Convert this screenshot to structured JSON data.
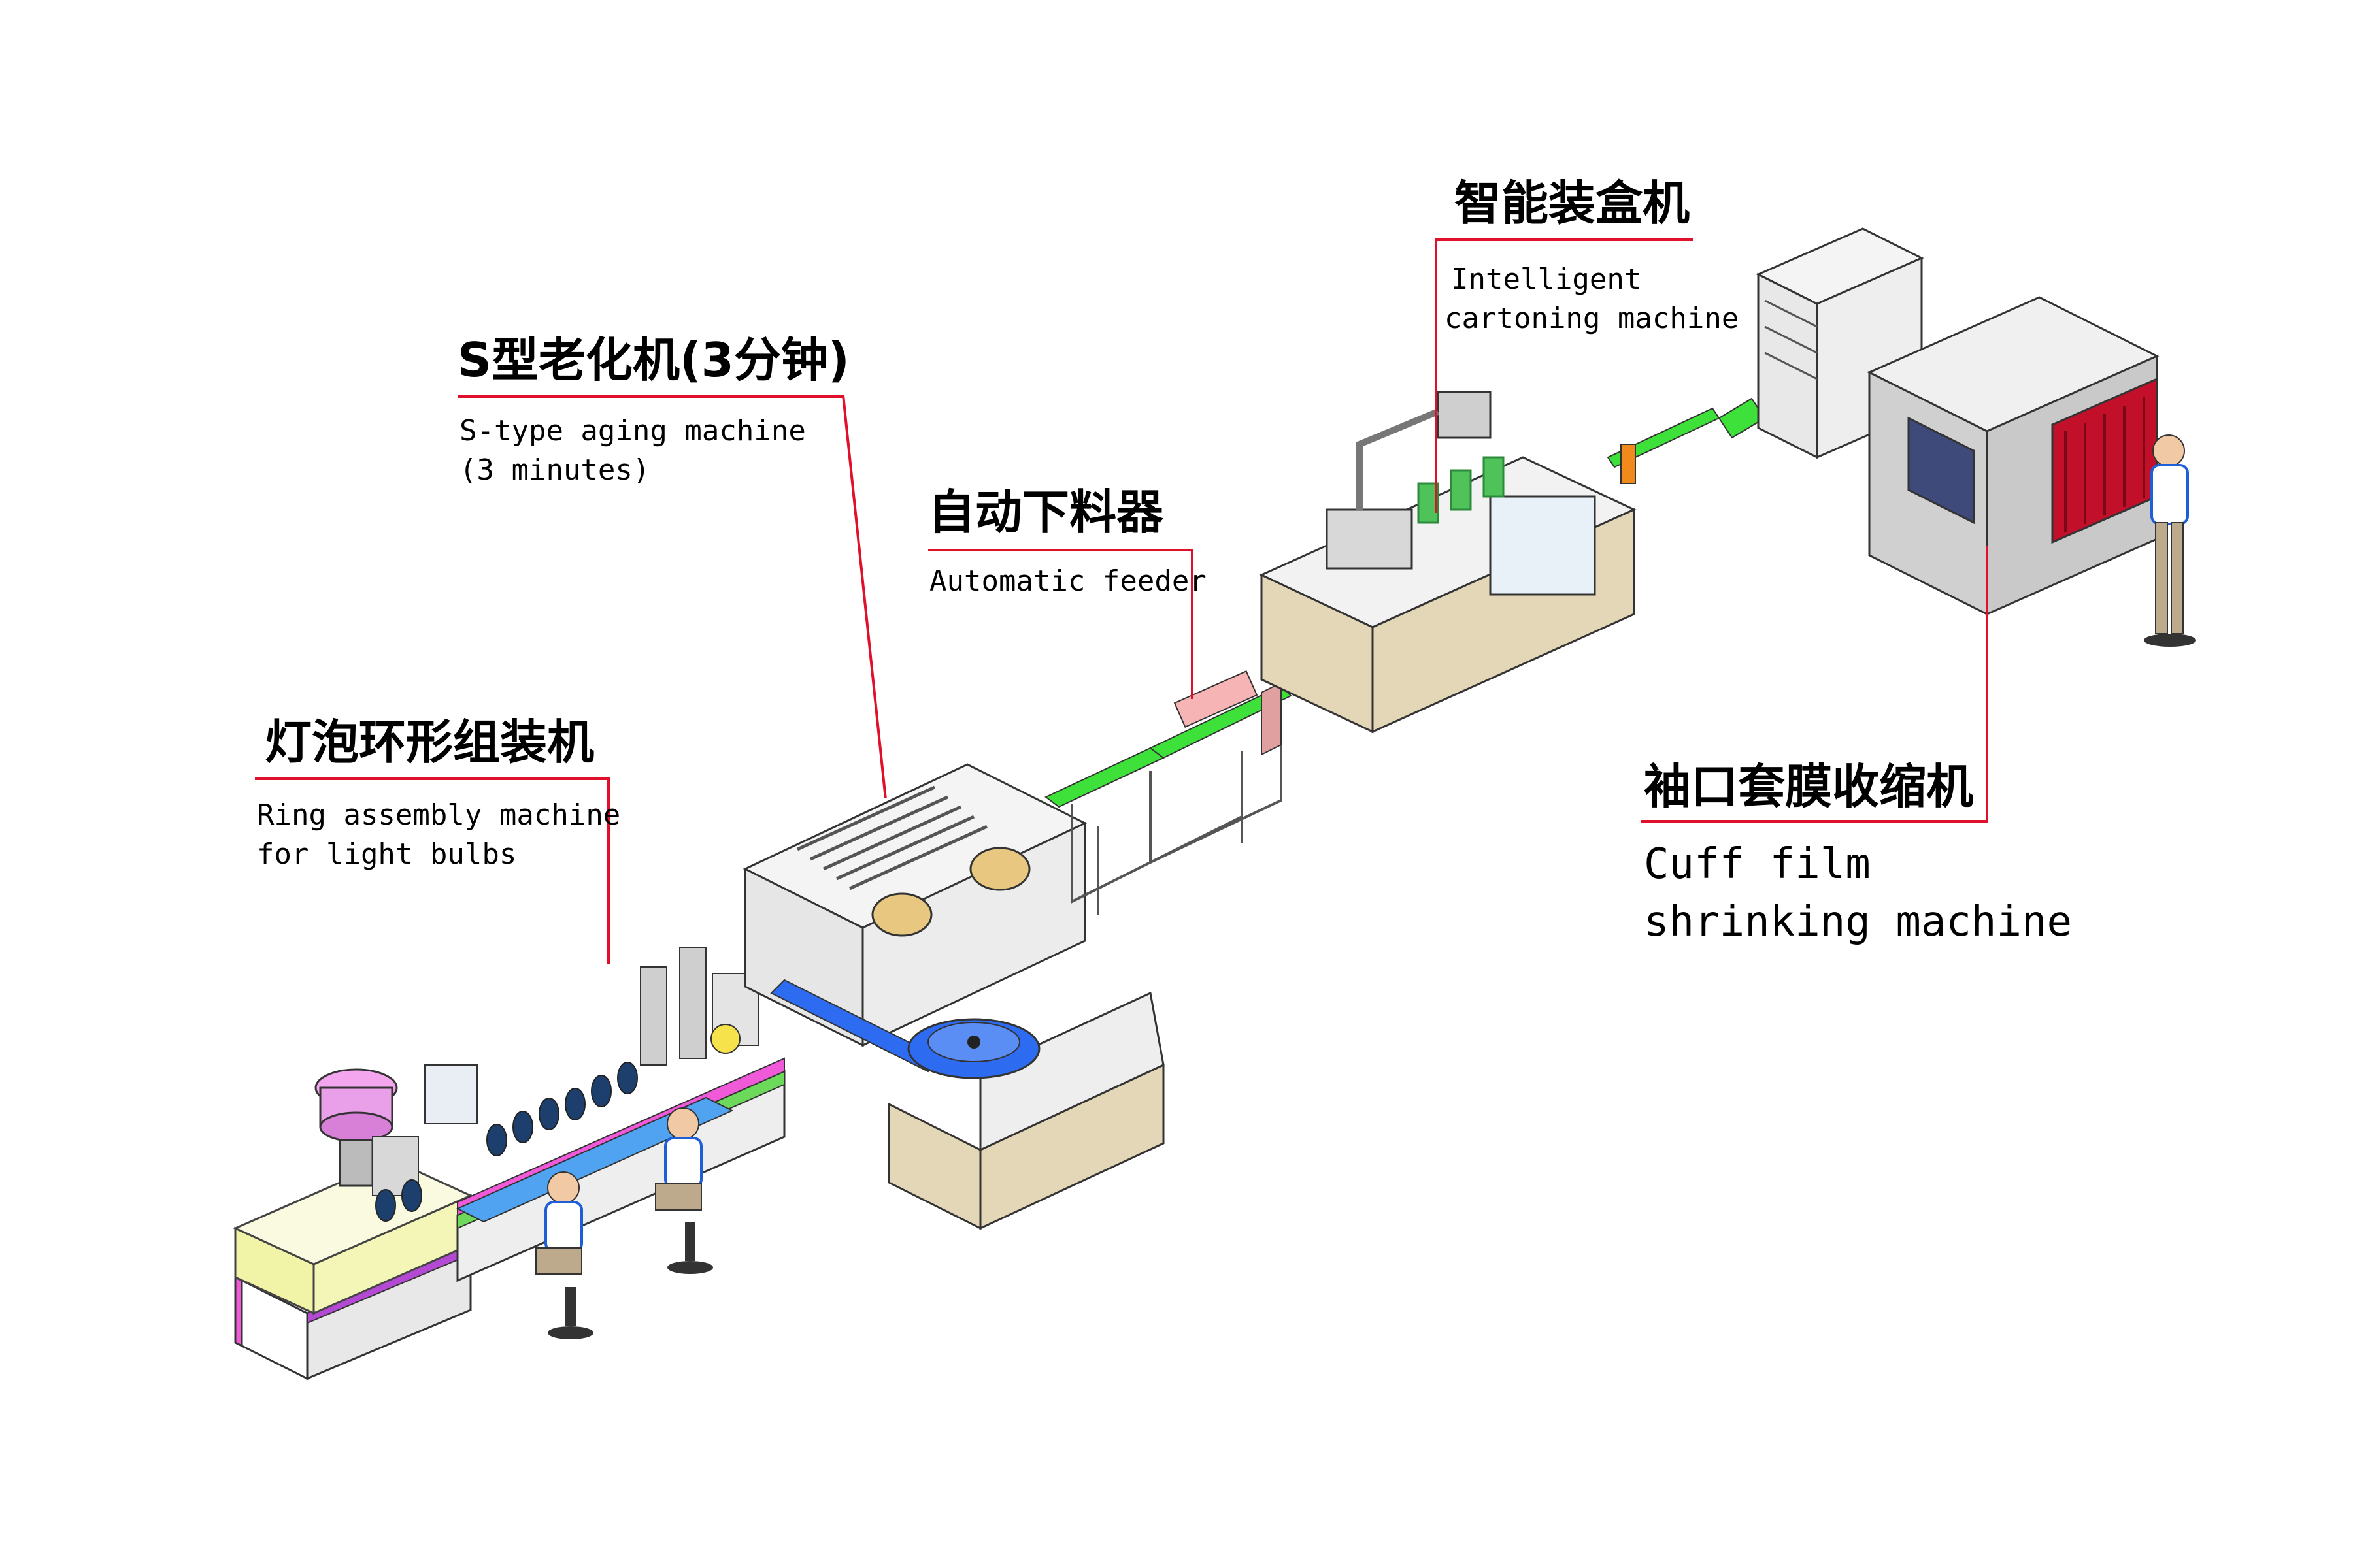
{
  "labels": {
    "ring": {
      "zh": "灯泡环形组装机",
      "en_line1": "Ring assembly machine",
      "en_line2": "for light bulbs"
    },
    "aging": {
      "zh": "S型老化机(3分钟)",
      "en_line1": "S-type aging machine",
      "en_line2": "(3 minutes)"
    },
    "feeder": {
      "zh": "自动下料器",
      "en_line1": "Automatic feeder"
    },
    "cartoning": {
      "zh": "智能装盒机",
      "en_line1": "Intelligent",
      "en_line2": "cartoning machine"
    },
    "shrink": {
      "zh": "袖口套膜收缩机",
      "en_line1": "Cuff film",
      "en_line2": "shrinking machine"
    }
  },
  "colors": {
    "leader_line": "#e0102b",
    "conveyor_green": "#3ee03a",
    "cabinet_beige": "#e3d7b8",
    "frame_yellow": "#e6e86a",
    "frame_purple": "#b44ad4",
    "frame_pink": "#f05ad8",
    "bowl_blue": "#2d6bf0",
    "shirt_blue": "#1e5fd8",
    "machine_grey": "#c9c9c9",
    "heat_red": "#c2102b"
  },
  "icons": {
    "operators": "worker-figure-icon",
    "vibratory_bowl": "vibratory-bowl-icon",
    "rotary_table": "rotary-table-icon"
  }
}
